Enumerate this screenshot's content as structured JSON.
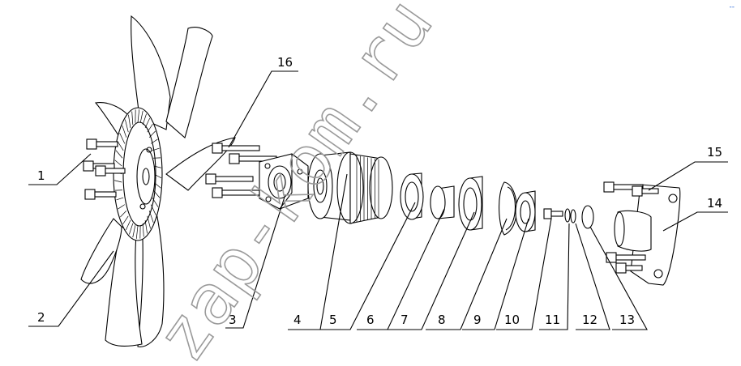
{
  "watermark": "zap-kom.ru",
  "corner_mark": "‐‐",
  "labels": [
    {
      "id": "1",
      "text": "1"
    },
    {
      "id": "2",
      "text": "2"
    },
    {
      "id": "3",
      "text": "3"
    },
    {
      "id": "4",
      "text": "4"
    },
    {
      "id": "5",
      "text": "5"
    },
    {
      "id": "6",
      "text": "6"
    },
    {
      "id": "7",
      "text": "7"
    },
    {
      "id": "8",
      "text": "8"
    },
    {
      "id": "9",
      "text": "9"
    },
    {
      "id": "10",
      "text": "10"
    },
    {
      "id": "11",
      "text": "11"
    },
    {
      "id": "12",
      "text": "12"
    },
    {
      "id": "13",
      "text": "13"
    },
    {
      "id": "14",
      "text": "14"
    },
    {
      "id": "15",
      "text": "15"
    },
    {
      "id": "16",
      "text": "16"
    }
  ],
  "colors": {
    "line": "#000000",
    "watermark": "#9a9a9a",
    "accent": "#1f5fd6"
  }
}
